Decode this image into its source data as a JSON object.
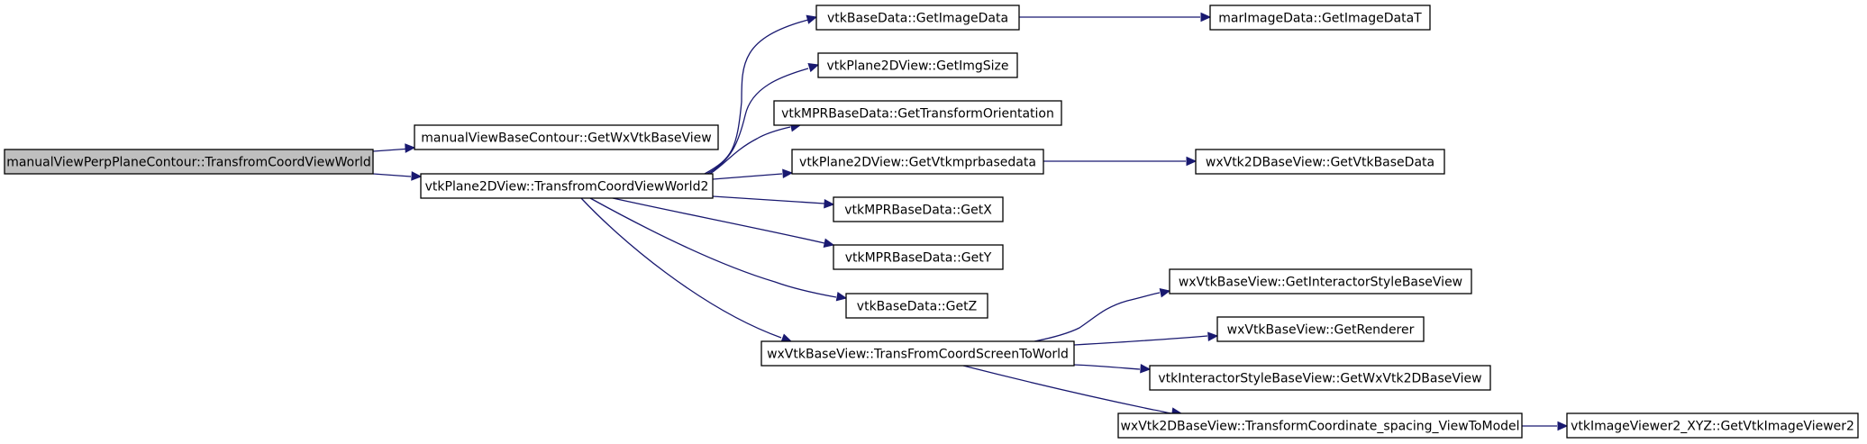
{
  "graph": {
    "nodes": [
      {
        "id": "n0",
        "label": "manualViewPerpPlaneContour::TransfromCoordViewWorld",
        "root": true
      },
      {
        "id": "n1",
        "label": "manualViewBaseContour::GetWxVtkBaseView"
      },
      {
        "id": "n2",
        "label": "vtkPlane2DView::TransfromCoordViewWorld2"
      },
      {
        "id": "n3",
        "label": "vtkBaseData::GetImageData"
      },
      {
        "id": "n4",
        "label": "marImageData::GetImageDataT"
      },
      {
        "id": "n5",
        "label": "vtkPlane2DView::GetImgSize"
      },
      {
        "id": "n6",
        "label": "vtkMPRBaseData::GetTransformOrientation"
      },
      {
        "id": "n7",
        "label": "vtkPlane2DView::GetVtkmprbasedata"
      },
      {
        "id": "n8",
        "label": "wxVtk2DBaseView::GetVtkBaseData"
      },
      {
        "id": "n9",
        "label": "vtkMPRBaseData::GetX"
      },
      {
        "id": "n10",
        "label": "vtkMPRBaseData::GetY"
      },
      {
        "id": "n11",
        "label": "vtkBaseData::GetZ"
      },
      {
        "id": "n12",
        "label": "wxVtkBaseView::TransFromCoordScreenToWorld"
      },
      {
        "id": "n13",
        "label": "wxVtkBaseView::GetInteractorStyleBaseView"
      },
      {
        "id": "n14",
        "label": "wxVtkBaseView::GetRenderer"
      },
      {
        "id": "n15",
        "label": "vtkInteractorStyleBaseView::GetWxVtk2DBaseView"
      },
      {
        "id": "n16",
        "label": "wxVtk2DBaseView::TransformCoordinate_spacing_ViewToModel"
      },
      {
        "id": "n17",
        "label": "vtkImageViewer2_XYZ::GetVtkImageViewer2"
      }
    ],
    "edges": [
      {
        "from": "n0",
        "to": "n1"
      },
      {
        "from": "n0",
        "to": "n2"
      },
      {
        "from": "n2",
        "to": "n3"
      },
      {
        "from": "n3",
        "to": "n4"
      },
      {
        "from": "n2",
        "to": "n5"
      },
      {
        "from": "n2",
        "to": "n6"
      },
      {
        "from": "n2",
        "to": "n7"
      },
      {
        "from": "n7",
        "to": "n8"
      },
      {
        "from": "n2",
        "to": "n9"
      },
      {
        "from": "n2",
        "to": "n10"
      },
      {
        "from": "n2",
        "to": "n11"
      },
      {
        "from": "n2",
        "to": "n12"
      },
      {
        "from": "n12",
        "to": "n13"
      },
      {
        "from": "n12",
        "to": "n14"
      },
      {
        "from": "n12",
        "to": "n15"
      },
      {
        "from": "n12",
        "to": "n16"
      },
      {
        "from": "n16",
        "to": "n17"
      }
    ],
    "colors": {
      "edge": "#191970",
      "root_fill": "#bfbfbf",
      "node_fill": "#ffffff",
      "border": "#000000"
    }
  }
}
